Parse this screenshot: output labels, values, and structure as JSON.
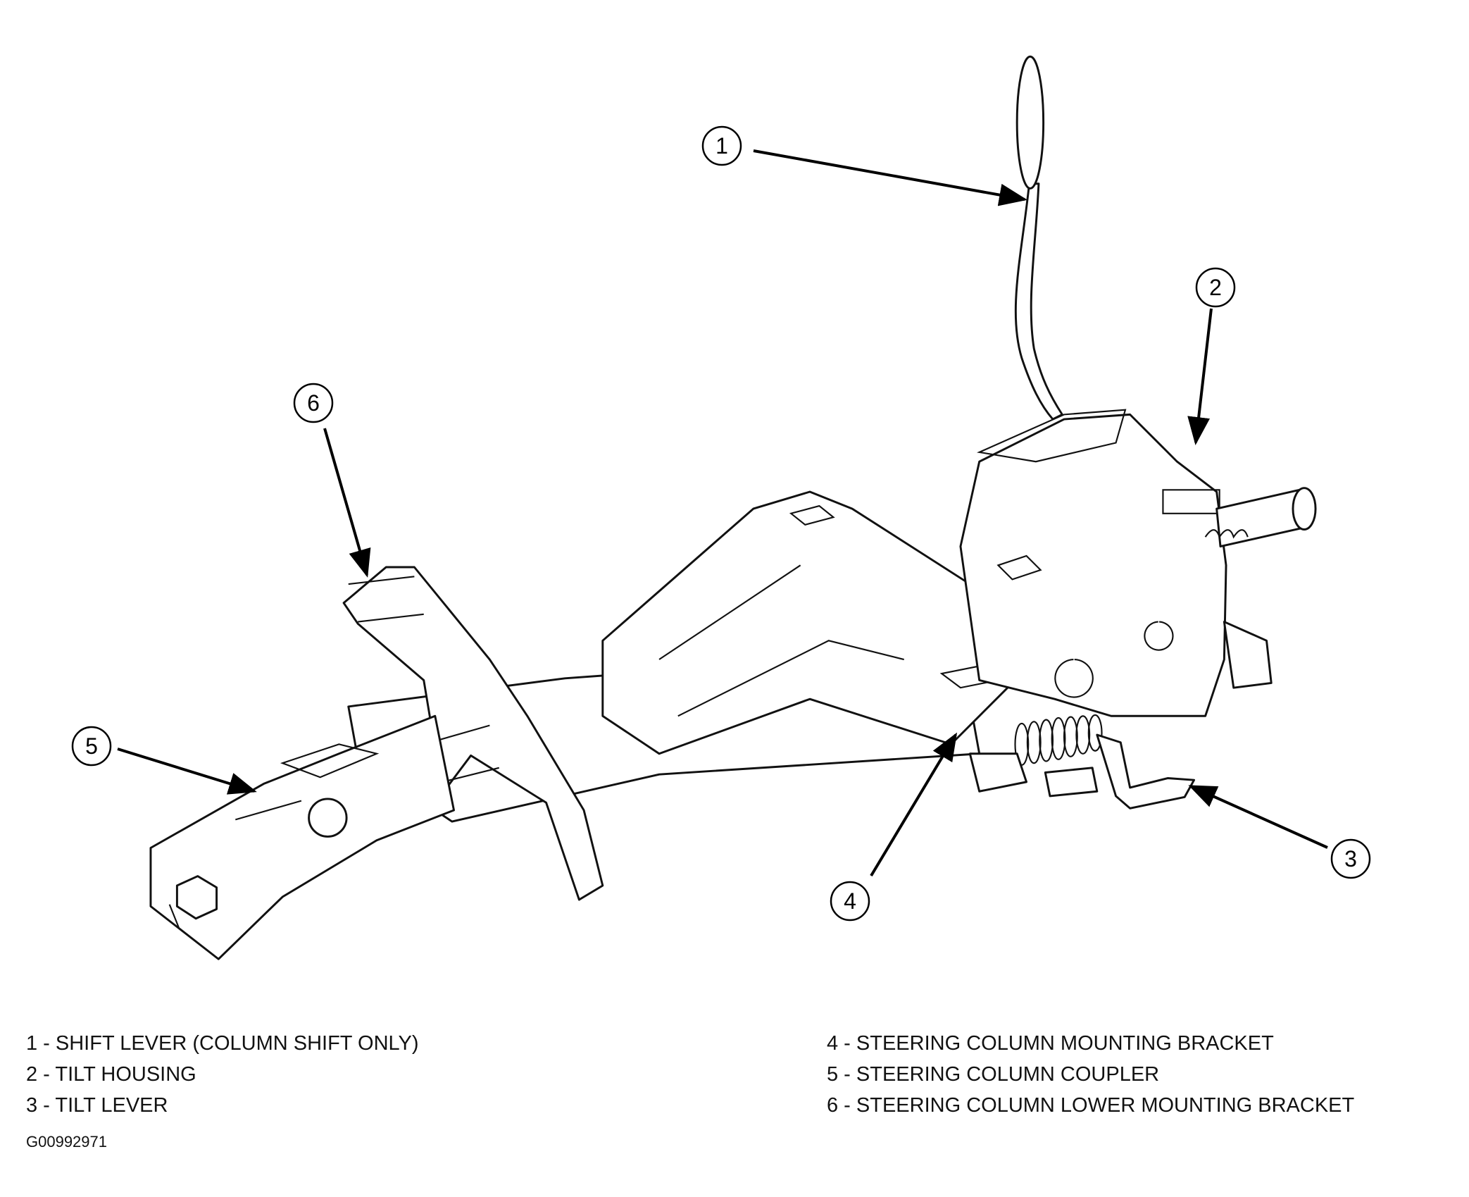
{
  "callouts": [
    "1",
    "2",
    "3",
    "4",
    "5",
    "6"
  ],
  "legend": {
    "left": [
      "1 - SHIFT LEVER (COLUMN SHIFT ONLY)",
      "2 - TILT HOUSING",
      "3 - TILT LEVER"
    ],
    "right": [
      "4 - STEERING COLUMN MOUNTING BRACKET",
      "5 - STEERING COLUMN COUPLER",
      "6 - STEERING COLUMN LOWER MOUNTING BRACKET"
    ]
  },
  "figure_id": "G00992971"
}
